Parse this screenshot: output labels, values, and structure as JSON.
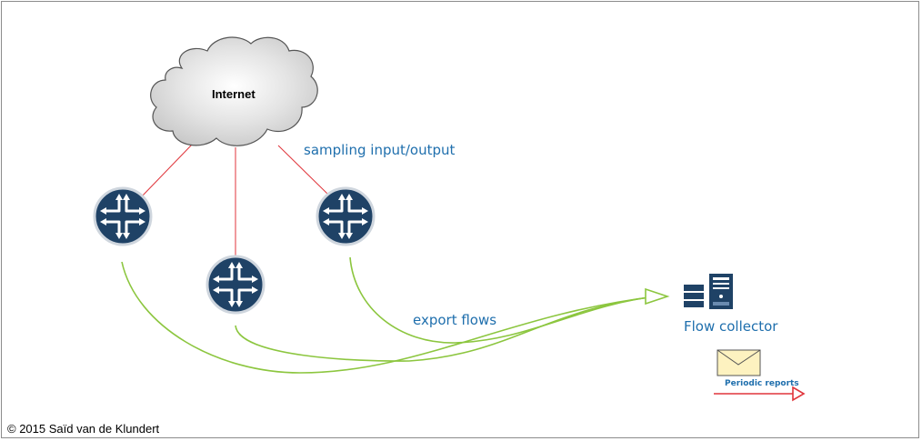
{
  "diagram": {
    "cloud_label": "Internet",
    "sampling_label": "sampling input/output",
    "export_label": "export flows",
    "collector_label": "Flow collector",
    "reports_label": "Periodic reports",
    "copyright": "© 2015 Saïd van de Klundert"
  },
  "nodes": [
    {
      "id": "internet",
      "kind": "cloud-icon"
    },
    {
      "id": "router-left",
      "kind": "router-icon"
    },
    {
      "id": "router-middle",
      "kind": "router-icon"
    },
    {
      "id": "router-right",
      "kind": "router-icon"
    },
    {
      "id": "flow-collector",
      "kind": "server-icon"
    },
    {
      "id": "report",
      "kind": "envelope-icon"
    }
  ],
  "edges": [
    {
      "from": "internet",
      "to": "router-left",
      "color": "#e0353b"
    },
    {
      "from": "internet",
      "to": "router-middle",
      "color": "#e0353b"
    },
    {
      "from": "internet",
      "to": "router-right",
      "color": "#e0353b"
    },
    {
      "from": "router-left",
      "to": "flow-collector",
      "color": "#8cc63f"
    },
    {
      "from": "router-middle",
      "to": "flow-collector",
      "color": "#8cc63f"
    },
    {
      "from": "router-right",
      "to": "flow-collector",
      "color": "#8cc63f"
    }
  ],
  "colors": {
    "router_fill": "#1f4266",
    "label_blue": "#1f6fad",
    "flow_green": "#8cc63f",
    "link_red": "#e0353b",
    "envelope_fill": "#fdf2c0"
  }
}
